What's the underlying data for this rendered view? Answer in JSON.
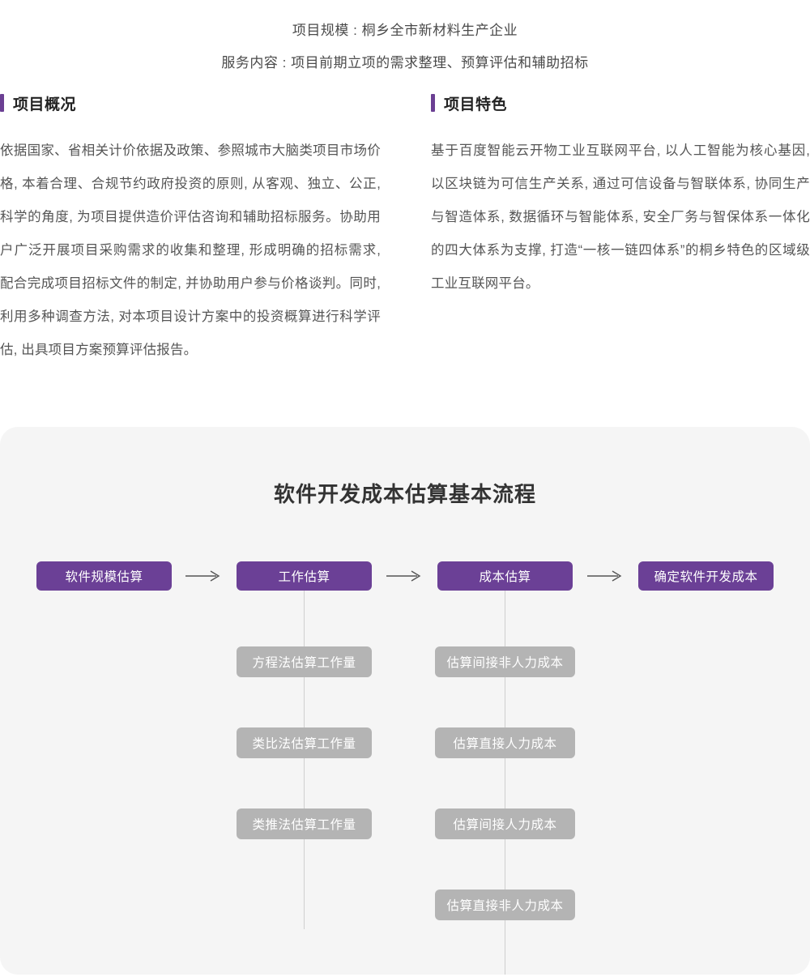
{
  "header": {
    "lines": [
      "项目规模 : 桐乡全市新材料生产企业",
      "服务内容 : 项目前期立项的需求整理、预算评估和辅助招标"
    ]
  },
  "colors": {
    "accent_purple": "#6B4096",
    "node_gray": "#B4B4B4",
    "card_background": "#F5F5F5",
    "connector_line": "#CFCFCF"
  },
  "sections": {
    "overview": {
      "title": "项目概况",
      "body": "依据国家、省相关计价依据及政策、参照城市大脑类项目市场价格, 本着合理、合规节约政府投资的原则, 从客观、独立、公正, 科学的角度, 为项目提供造价评估咨询和辅助招标服务。协助用户广泛开展项目采购需求的收集和整理, 形成明确的招标需求, 配合完成项目招标文件的制定, 并协助用户参与价格谈判。同时, 利用多种调查方法, 对本项目设计方案中的投资概算进行科学评估, 出具项目方案预算评估报告。"
    },
    "features": {
      "title": "项目特色",
      "body": "基于百度智能云开物工业互联网平台, 以人工智能为核心基因, 以区块链为可信生产关系, 通过可信设备与智联体系, 协同生产与智造体系, 数据循环与智能体系, 安全厂务与智保体系一体化的四大体系为支撑, 打造“一核一链四体系”的桐乡特色的区域级工业互联网平台。"
    }
  },
  "flow": {
    "title": "软件开发成本估算基本流程",
    "arrow_glyph": "→",
    "main_steps": [
      {
        "label": "软件规模估算"
      },
      {
        "label": "工作估算"
      },
      {
        "label": "成本估算"
      },
      {
        "label": "确定软件开发成本"
      }
    ],
    "branches": [
      {
        "parent": "工作估算",
        "items": [
          "方程法估算工作量",
          "类比法估算工作量",
          "类推法估算工作量"
        ]
      },
      {
        "parent": "成本估算",
        "items": [
          "估算间接非人力成本",
          "估算直接人力成本",
          "估算间接人力成本",
          "估算直接非人力成本"
        ]
      }
    ]
  }
}
